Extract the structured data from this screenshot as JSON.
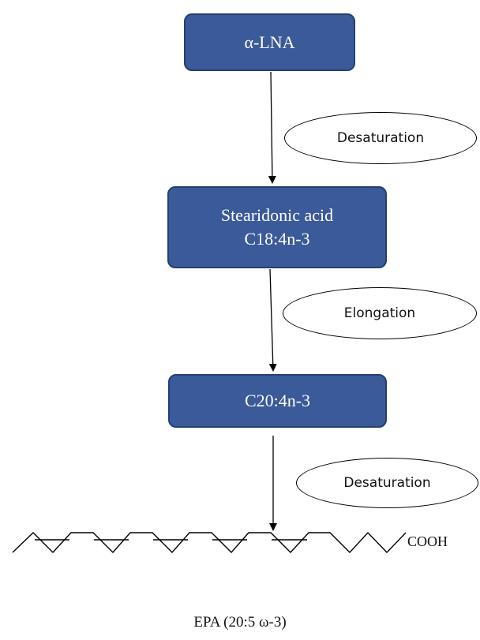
{
  "nodes": [
    {
      "id": "alpha-lna",
      "lines": [
        "α-LNA"
      ]
    },
    {
      "id": "stearidonic-acid",
      "lines": [
        "Stearidonic acid",
        "C18:4n-3"
      ]
    },
    {
      "id": "c20",
      "lines": [
        "C20:4n-3"
      ]
    }
  ],
  "steps": [
    {
      "label": "Desaturation"
    },
    {
      "label": "Elongation"
    },
    {
      "label": "Desaturation"
    }
  ],
  "product": {
    "terminal_group": "COOH",
    "caption": "EPA (20:5 ω-3)"
  },
  "colors": {
    "box_fill": "#3b5a9a",
    "box_border": "#24406f",
    "box_text": "#ffffff",
    "line": "#000000"
  }
}
